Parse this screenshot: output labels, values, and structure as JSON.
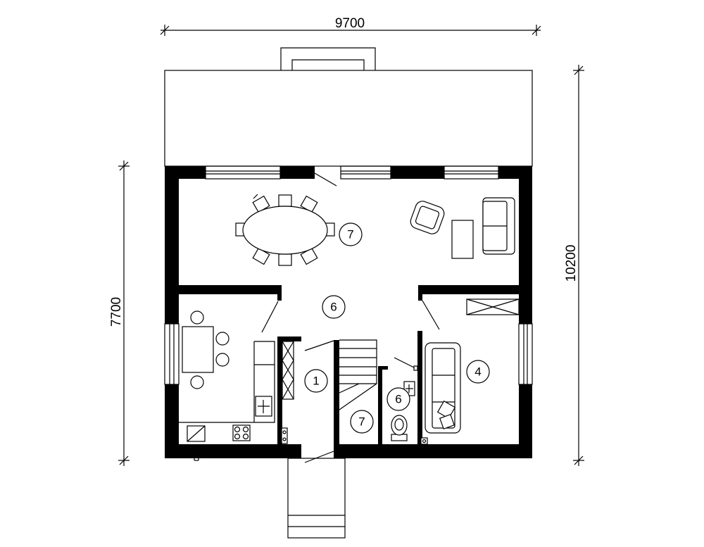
{
  "dimensions": {
    "top_width": "9700",
    "right_height": "10200",
    "left_height": "7700"
  },
  "rooms": {
    "living_dining": "7",
    "hall": "6",
    "vestibule": "1",
    "bedroom": "4",
    "bathroom": "6",
    "stair_storage": "7"
  }
}
